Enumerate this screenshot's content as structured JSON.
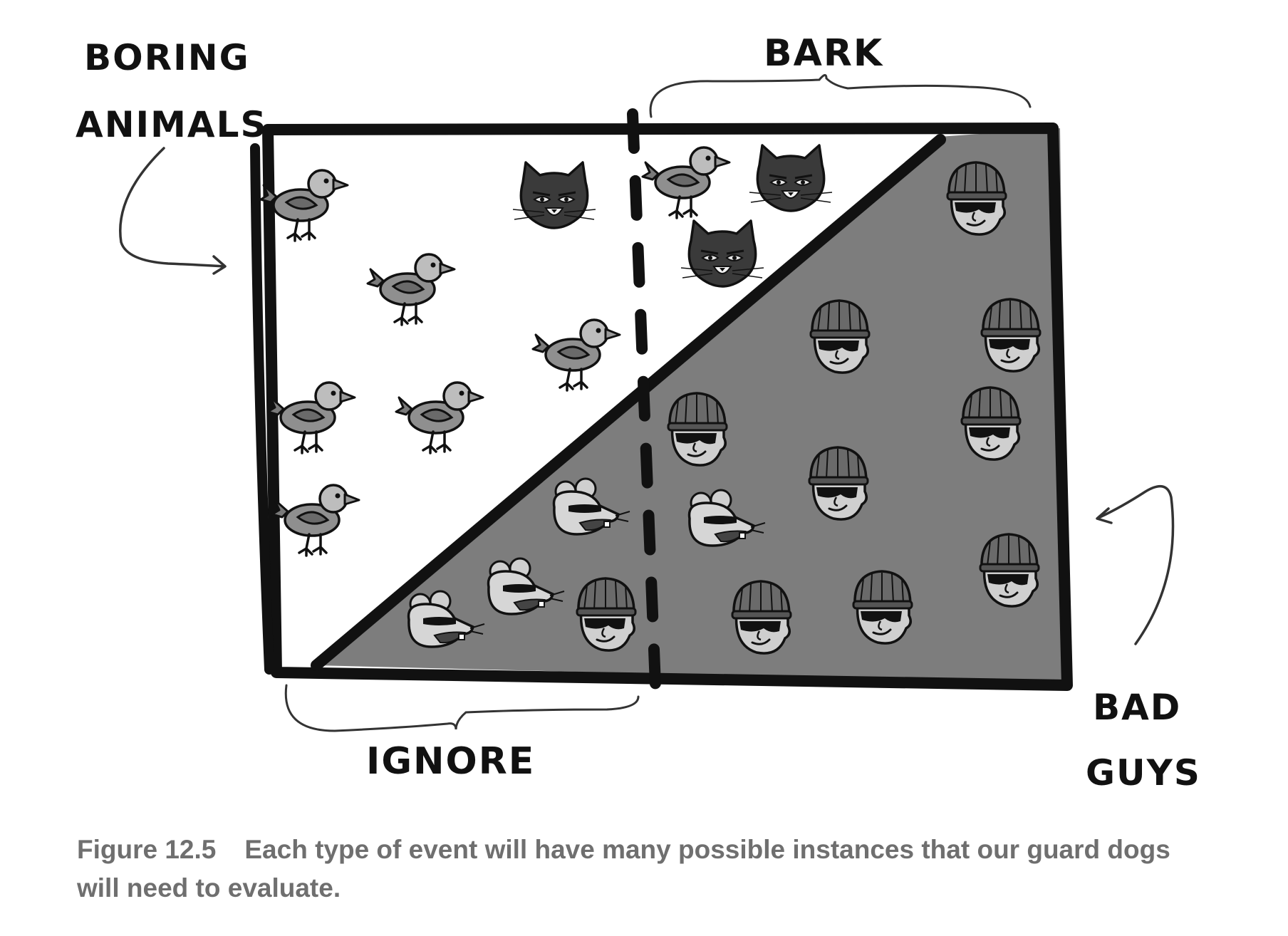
{
  "labels": {
    "boring_animals_1": "BORING",
    "boring_animals_2": "ANIMALS",
    "bark": "BARK",
    "ignore": "IGNORE",
    "bad_guys_1": "BAD",
    "bad_guys_2": "GUYS"
  },
  "caption": {
    "number": "Figure 12.5",
    "text": "Each type of event will have many possible instances that our guard dogs will need to evaluate."
  },
  "colors": {
    "outline": "#111111",
    "bad_region_fill": "#7d7d7d",
    "animal_region_fill": "#ffffff",
    "caption": "#6f6f6f"
  },
  "icons": {
    "bird": "bird-icon",
    "cat": "cat-icon",
    "rat": "masked-rat-icon",
    "burglar": "burglar-icon"
  }
}
